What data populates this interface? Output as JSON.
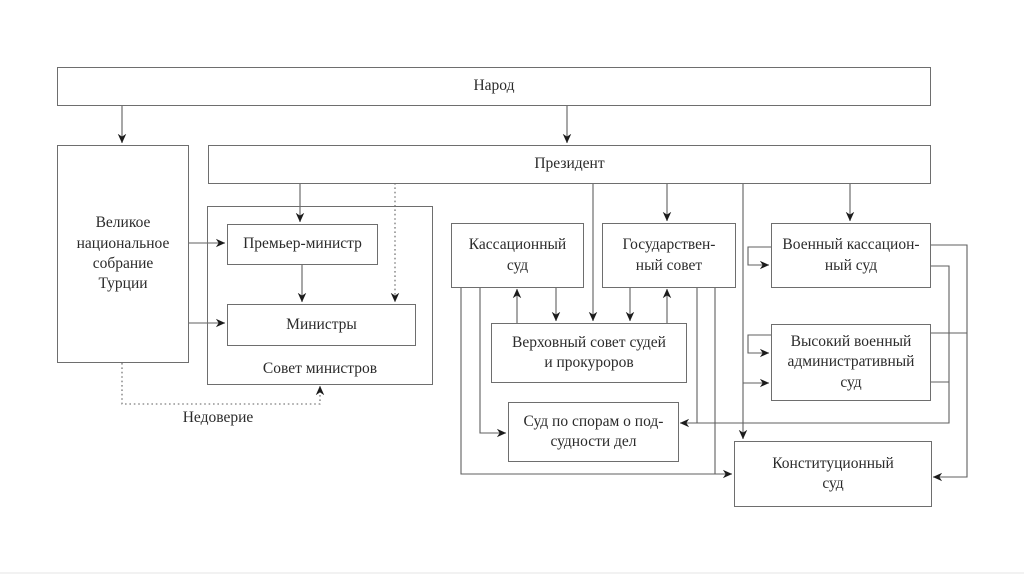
{
  "diagram": {
    "nodes": {
      "narod": {
        "label": "Народ"
      },
      "president": {
        "label": "Президент"
      },
      "assembly": {
        "label": "Великое\nнациональное\nсобрание\nТурции"
      },
      "prime_minister": {
        "label": "Премьер-министр"
      },
      "ministers": {
        "label": "Министры"
      },
      "council_of_ministers": {
        "label": "Совет министров"
      },
      "cassation_court": {
        "label": "Кассационный\nсуд"
      },
      "state_council": {
        "label": "Государствен-\nный совет"
      },
      "military_cassation_court": {
        "label": "Военный кассацион-\nный суд"
      },
      "supreme_council_judges": {
        "label": "Верховный совет судей\nи прокуроров"
      },
      "high_military_admin_court": {
        "label": "Высокий военный\nадминистративный\nсуд"
      },
      "jurisdiction_dispute_court": {
        "label": "Суд по спорам о под-\nсудности дел"
      },
      "constitutional_court": {
        "label": "Конституционный\nсуд"
      }
    },
    "edge_labels": {
      "no_confidence": "Недоверие"
    },
    "edges": [
      {
        "from": "narod",
        "to": "assembly",
        "style": "solid",
        "arrow": "to"
      },
      {
        "from": "narod",
        "to": "president",
        "style": "solid",
        "arrow": "to"
      },
      {
        "from": "president",
        "to": "prime_minister",
        "style": "solid",
        "arrow": "to"
      },
      {
        "from": "president",
        "to": "ministers",
        "style": "dotted",
        "arrow": "to"
      },
      {
        "from": "president",
        "to": "supreme_council_judges",
        "style": "solid",
        "arrow": "to"
      },
      {
        "from": "president",
        "to": "state_council",
        "style": "solid",
        "arrow": "to"
      },
      {
        "from": "president",
        "to": "military_cassation_court",
        "style": "solid",
        "arrow": "to"
      },
      {
        "from": "president",
        "to": "high_military_admin_court",
        "style": "solid",
        "arrow": "to"
      },
      {
        "from": "president",
        "to": "constitutional_court",
        "style": "solid",
        "arrow": "to"
      },
      {
        "from": "assembly",
        "to": "prime_minister",
        "style": "solid",
        "arrow": "to"
      },
      {
        "from": "assembly",
        "to": "ministers",
        "style": "solid",
        "arrow": "to"
      },
      {
        "from": "prime_minister",
        "to": "ministers",
        "style": "solid",
        "arrow": "to"
      },
      {
        "from": "assembly",
        "to": "council_of_ministers",
        "style": "dotted",
        "arrow": "to",
        "label": "Недоверие"
      },
      {
        "from": "supreme_council_judges",
        "to": "cassation_court",
        "style": "solid",
        "arrow": "to"
      },
      {
        "from": "cassation_court",
        "to": "supreme_council_judges",
        "style": "solid",
        "arrow": "to"
      },
      {
        "from": "state_council",
        "to": "supreme_council_judges",
        "style": "solid",
        "arrow": "to"
      },
      {
        "from": "supreme_council_judges",
        "to": "state_council",
        "style": "solid",
        "arrow": "to"
      },
      {
        "from": "cassation_court",
        "to": "jurisdiction_dispute_court",
        "style": "solid",
        "arrow": "to"
      },
      {
        "from": "cassation_court",
        "to": "constitutional_court",
        "style": "solid",
        "arrow": "to"
      },
      {
        "from": "state_council",
        "to": "jurisdiction_dispute_court",
        "style": "solid",
        "arrow": "to"
      },
      {
        "from": "state_council",
        "to": "constitutional_court",
        "style": "solid",
        "arrow": "to"
      },
      {
        "from": "military_cassation_court",
        "to": "military_cassation_court",
        "style": "solid",
        "arrow": "to"
      },
      {
        "from": "high_military_admin_court",
        "to": "high_military_admin_court",
        "style": "solid",
        "arrow": "to"
      },
      {
        "from": "military_cassation_court",
        "to": "jurisdiction_dispute_court",
        "style": "solid",
        "arrow": "to"
      },
      {
        "from": "military_cassation_court",
        "to": "constitutional_court",
        "style": "solid",
        "arrow": "to"
      },
      {
        "from": "high_military_admin_court",
        "to": "jurisdiction_dispute_court",
        "style": "solid",
        "arrow": "to"
      },
      {
        "from": "high_military_admin_court",
        "to": "constitutional_court",
        "style": "solid",
        "arrow": "to"
      }
    ],
    "colors": {
      "line": "#5f5f5f",
      "arrowhead": "#1c1c1c",
      "text": "#2b2b2b",
      "border": "#6e6e6e",
      "background": "#ffffff"
    }
  }
}
